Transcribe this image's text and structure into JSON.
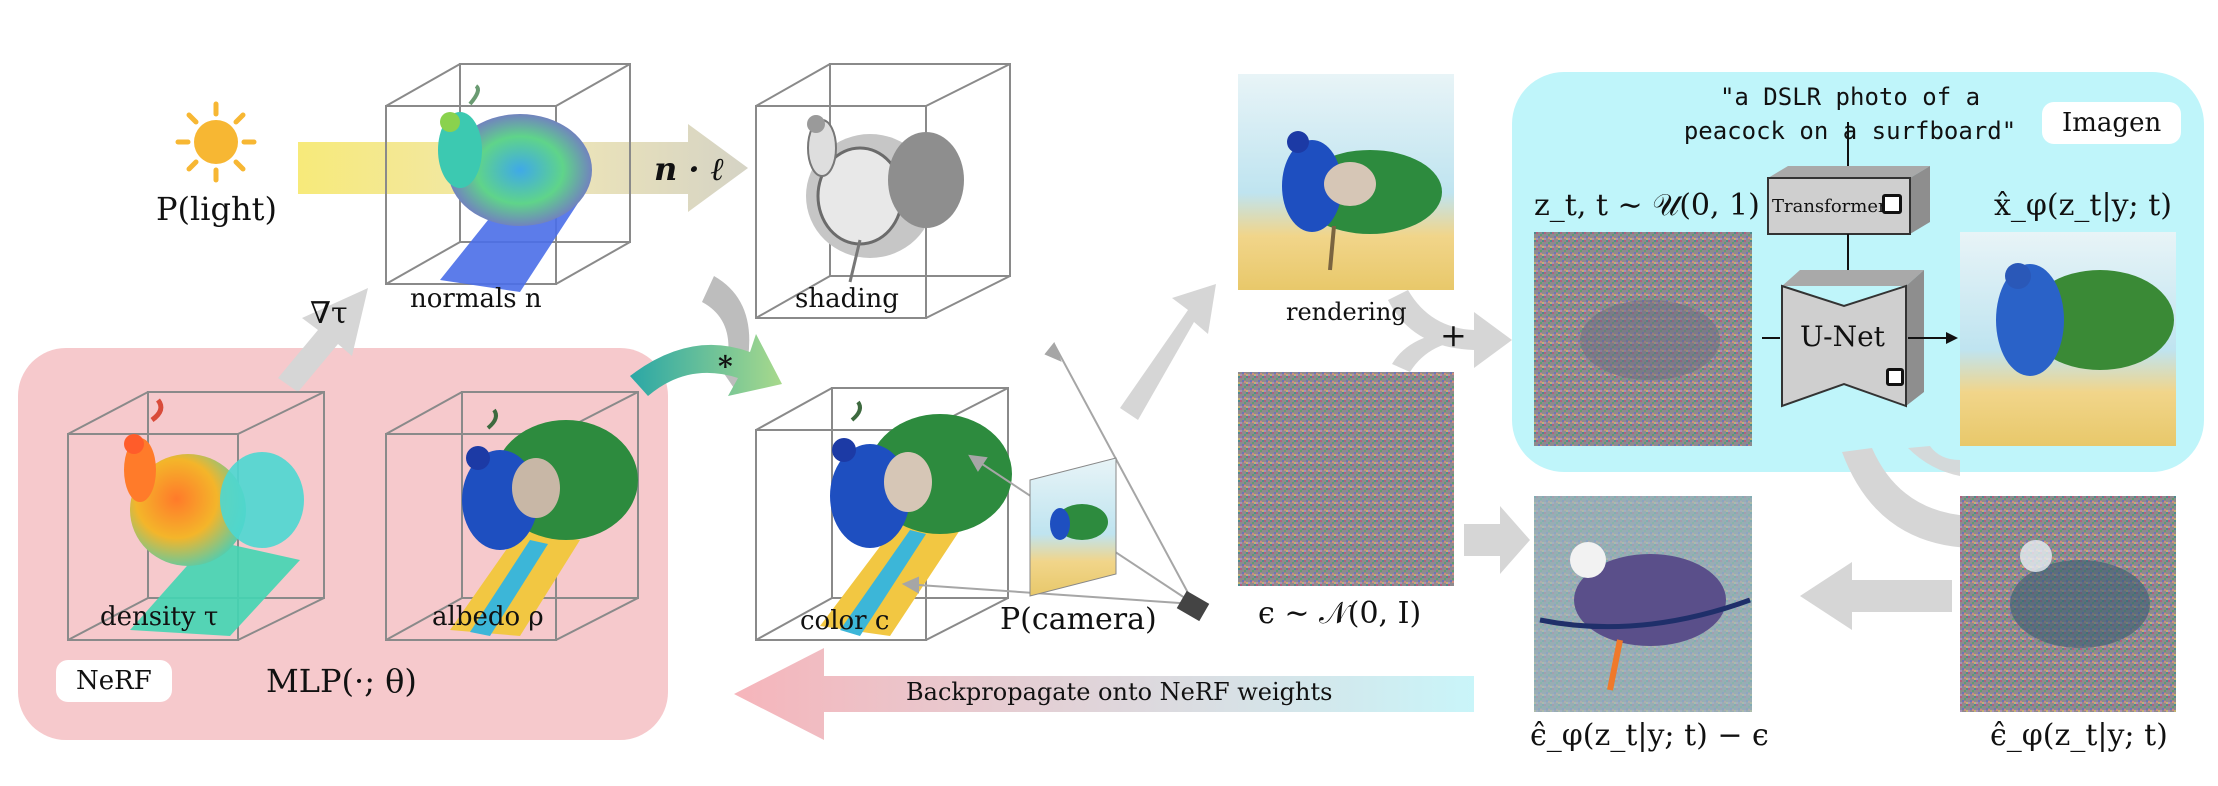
{
  "light": {
    "label": "P(light)"
  },
  "normals": {
    "label": "normals n"
  },
  "ndotl": "n · ℓ",
  "grad": "∇τ",
  "shading": {
    "label": "shading"
  },
  "density": {
    "label": "density τ"
  },
  "albedo": {
    "label": "albedo ρ"
  },
  "nerf": {
    "tag": "NeRF",
    "mlp": "MLP(·; θ)"
  },
  "multiply": "*",
  "color": {
    "label": "color c"
  },
  "camera": {
    "label": "P(camera)"
  },
  "rendering": {
    "label": "rendering"
  },
  "noise": {
    "label": "ϵ ∼ 𝒩(0, I)"
  },
  "plus": "+",
  "imagen": {
    "tag": "Imagen",
    "prompt_line1": "\"a DSLR photo of a",
    "prompt_line2": "peacock on a surfboard\"",
    "zt_label": "z_t, t ∼ 𝒰(0, 1)",
    "transformer": "Transformer",
    "unet": "U-Net",
    "xhat_label": "x̂_φ(z_t|y; t)"
  },
  "eps_hat_label": "ϵ̂_φ(z_t|y; t)",
  "eps_diff_label": "ϵ̂_φ(z_t|y; t) − ϵ",
  "backprop": "Backpropagate onto NeRF weights",
  "colors": {
    "nerf_bg": "#f6c9cc",
    "imagen_bg": "#bff5fa",
    "arrow_gray": "#d6d6d6",
    "sun": "#f7b733",
    "light_beam": "#f7ea88"
  }
}
